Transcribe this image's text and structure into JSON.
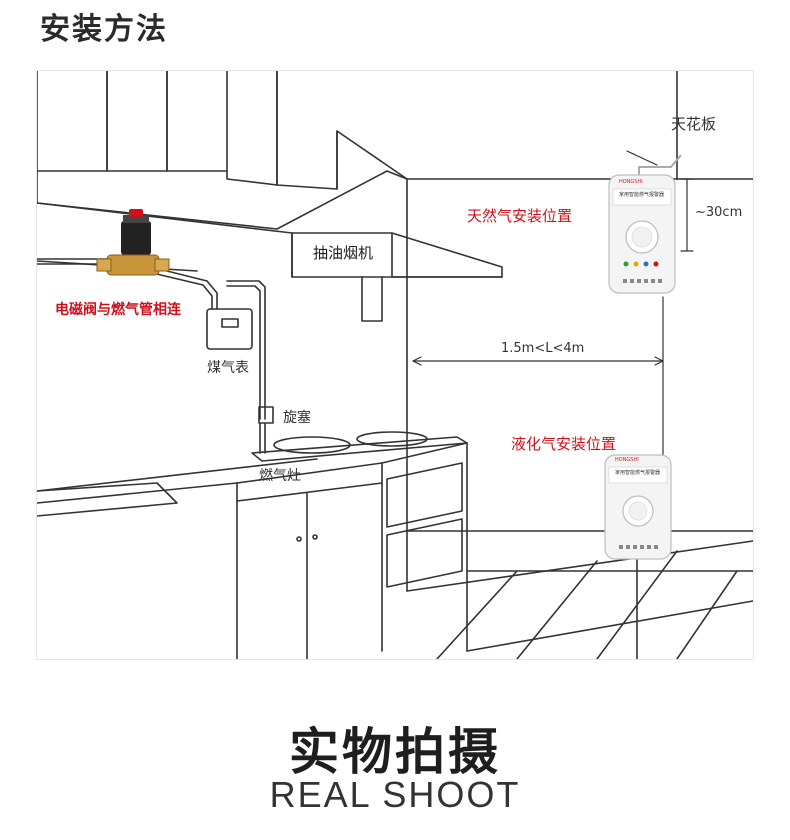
{
  "header": {
    "title": "安装方法"
  },
  "diagram": {
    "labels": {
      "ceiling": "天花板",
      "distance_top": "~30cm",
      "natural_gas_position": "天然气安装位置",
      "range_hood": "抽油烟机",
      "solenoid_valve": "电磁阀与燃气管相连",
      "gas_meter": "煤气表",
      "horizontal_distance": "1.5m<L<4m",
      "plug_valve": "旋塞",
      "lpg_position": "液化气安装位置",
      "gas_stove": "燃气灶"
    },
    "detector_brand": "HONGSHI",
    "detector_name": "家用智能燃气报警器",
    "colors": {
      "red_label": "#d0101b",
      "line": "#333333"
    }
  },
  "footer": {
    "title_cn": "实物拍摄",
    "title_en": "REAL SHOOT"
  }
}
